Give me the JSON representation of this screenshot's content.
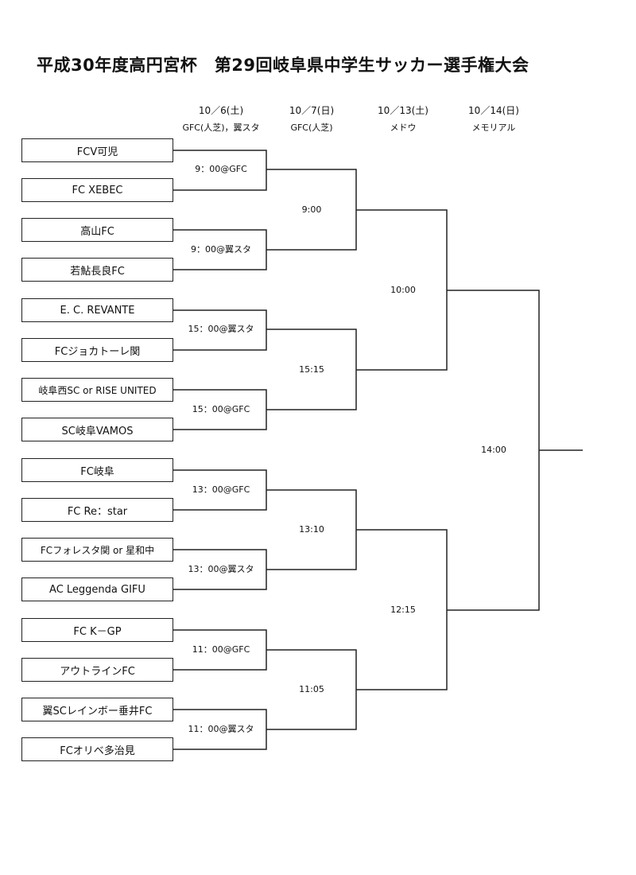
{
  "title": "平成30年度高円宮杯　第29回岐阜県中学生サッカー選手権大会",
  "rounds": [
    {
      "date": "10／6(土)",
      "venue": "GFC(人芝)，翼スタ"
    },
    {
      "date": "10／7(日)",
      "venue": "GFC(人芝)"
    },
    {
      "date": "10／13(土)",
      "venue": "メドウ"
    },
    {
      "date": "10／14(日)",
      "venue": "メモリアル"
    }
  ],
  "teams": [
    "FCV可児",
    "FC XEBEC",
    "高山FC",
    "若鮎長良FC",
    "E. C. REVANTE",
    "FCジョカトーレ関",
    "岐阜西SC or RISE UNITED",
    "SC岐阜VAMOS",
    "FC岐阜",
    "FC Re：star",
    "FCフォレスタ関 or 星和中",
    "AC Leggenda GIFU",
    "FC K－GP",
    "アウトラインFC",
    "翼SCレインボー垂井FC",
    "FCオリベ多治見"
  ],
  "matches": {
    "round1": [
      "9：00@GFC",
      "9：00@翼スタ",
      "15：00@翼スタ",
      "15：00@GFC",
      "13：00@GFC",
      "13：00@翼スタ",
      "11：00@GFC",
      "11：00@翼スタ"
    ],
    "round2": [
      "9:00",
      "15:15",
      "13:10",
      "11:05"
    ],
    "semifinal": [
      "10:00",
      "12:15"
    ],
    "final": [
      "14:00"
    ]
  }
}
